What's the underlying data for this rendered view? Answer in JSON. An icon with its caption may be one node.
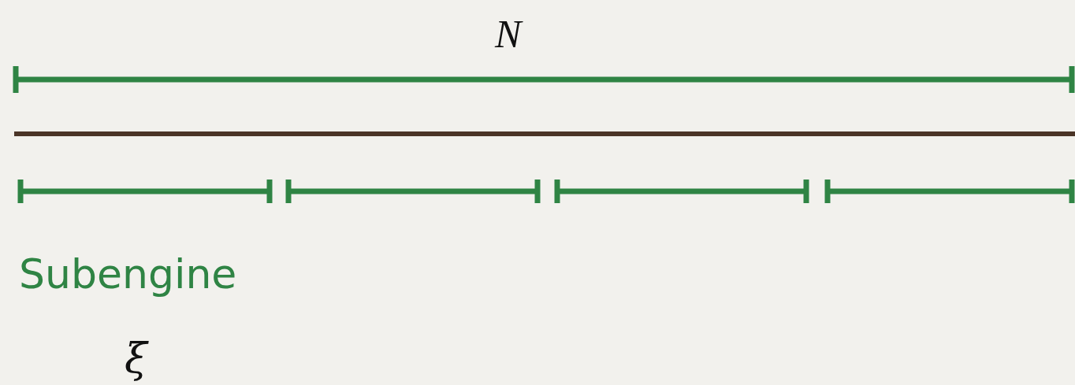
{
  "diagram": {
    "labels": [
      "N",
      "Subengine",
      "ξ"
    ]
  }
}
